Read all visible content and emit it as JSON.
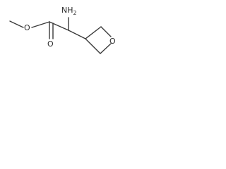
{
  "molecule": {
    "atoms": {
      "amine": "NH",
      "amine_subscript": "2",
      "carbonyl_oxygen": "O",
      "ester_oxygen": "O",
      "ring_oxygen": "O"
    }
  },
  "colors": {
    "bond": "#3a3a3a",
    "label": "#2b2b2b",
    "background": "#ffffff"
  }
}
